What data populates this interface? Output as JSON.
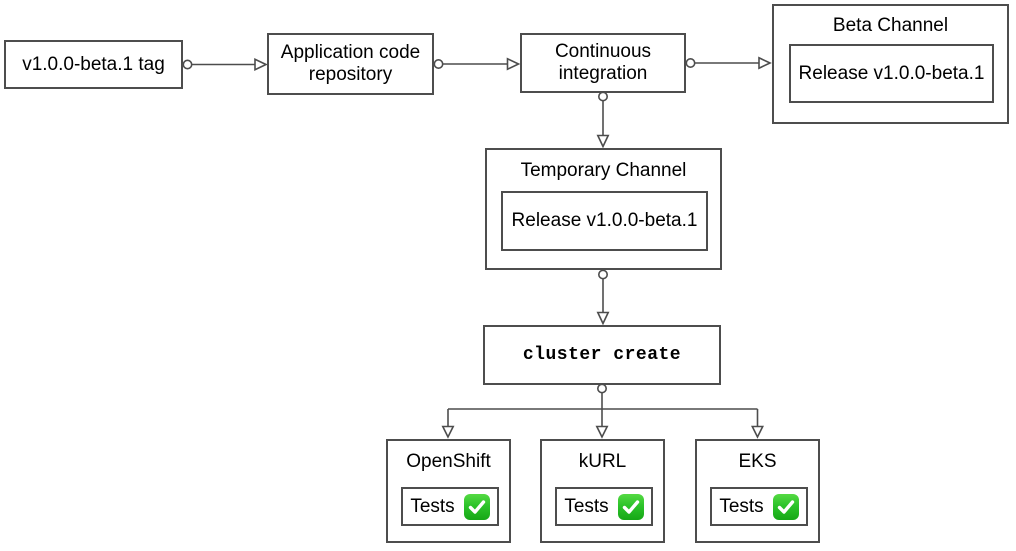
{
  "diagram": {
    "background_color": "#ffffff",
    "stroke_color": "#4d4d4d",
    "text_color": "#000000",
    "check_green_color": "#2cc32a",
    "nodes": {
      "tag": {
        "label": "v1.0.0-beta.1 tag"
      },
      "repository": {
        "label": "Application code repository"
      },
      "ci": {
        "label": "Continuous integration"
      },
      "beta_channel": {
        "title": "Beta Channel",
        "release_label": "Release v1.0.0-beta.1"
      },
      "temporary_channel": {
        "title": "Temporary Channel",
        "release_label": "Release v1.0.0-beta.1"
      },
      "cluster_create": {
        "label": "cluster create"
      },
      "clusters": [
        {
          "title": "OpenShift",
          "tests_label": "Tests",
          "status_icon": "check-mark-button-icon"
        },
        {
          "title": "kURL",
          "tests_label": "Tests",
          "status_icon": "check-mark-button-icon"
        },
        {
          "title": "EKS",
          "tests_label": "Tests",
          "status_icon": "check-mark-button-icon"
        }
      ]
    },
    "edges": [
      {
        "from": "tag",
        "to": "repository"
      },
      {
        "from": "repository",
        "to": "ci"
      },
      {
        "from": "ci",
        "to": "beta_channel"
      },
      {
        "from": "ci",
        "to": "temporary_channel"
      },
      {
        "from": "temporary_channel",
        "to": "cluster_create"
      },
      {
        "from": "cluster_create",
        "to": "OpenShift"
      },
      {
        "from": "cluster_create",
        "to": "kURL"
      },
      {
        "from": "cluster_create",
        "to": "EKS"
      }
    ]
  }
}
